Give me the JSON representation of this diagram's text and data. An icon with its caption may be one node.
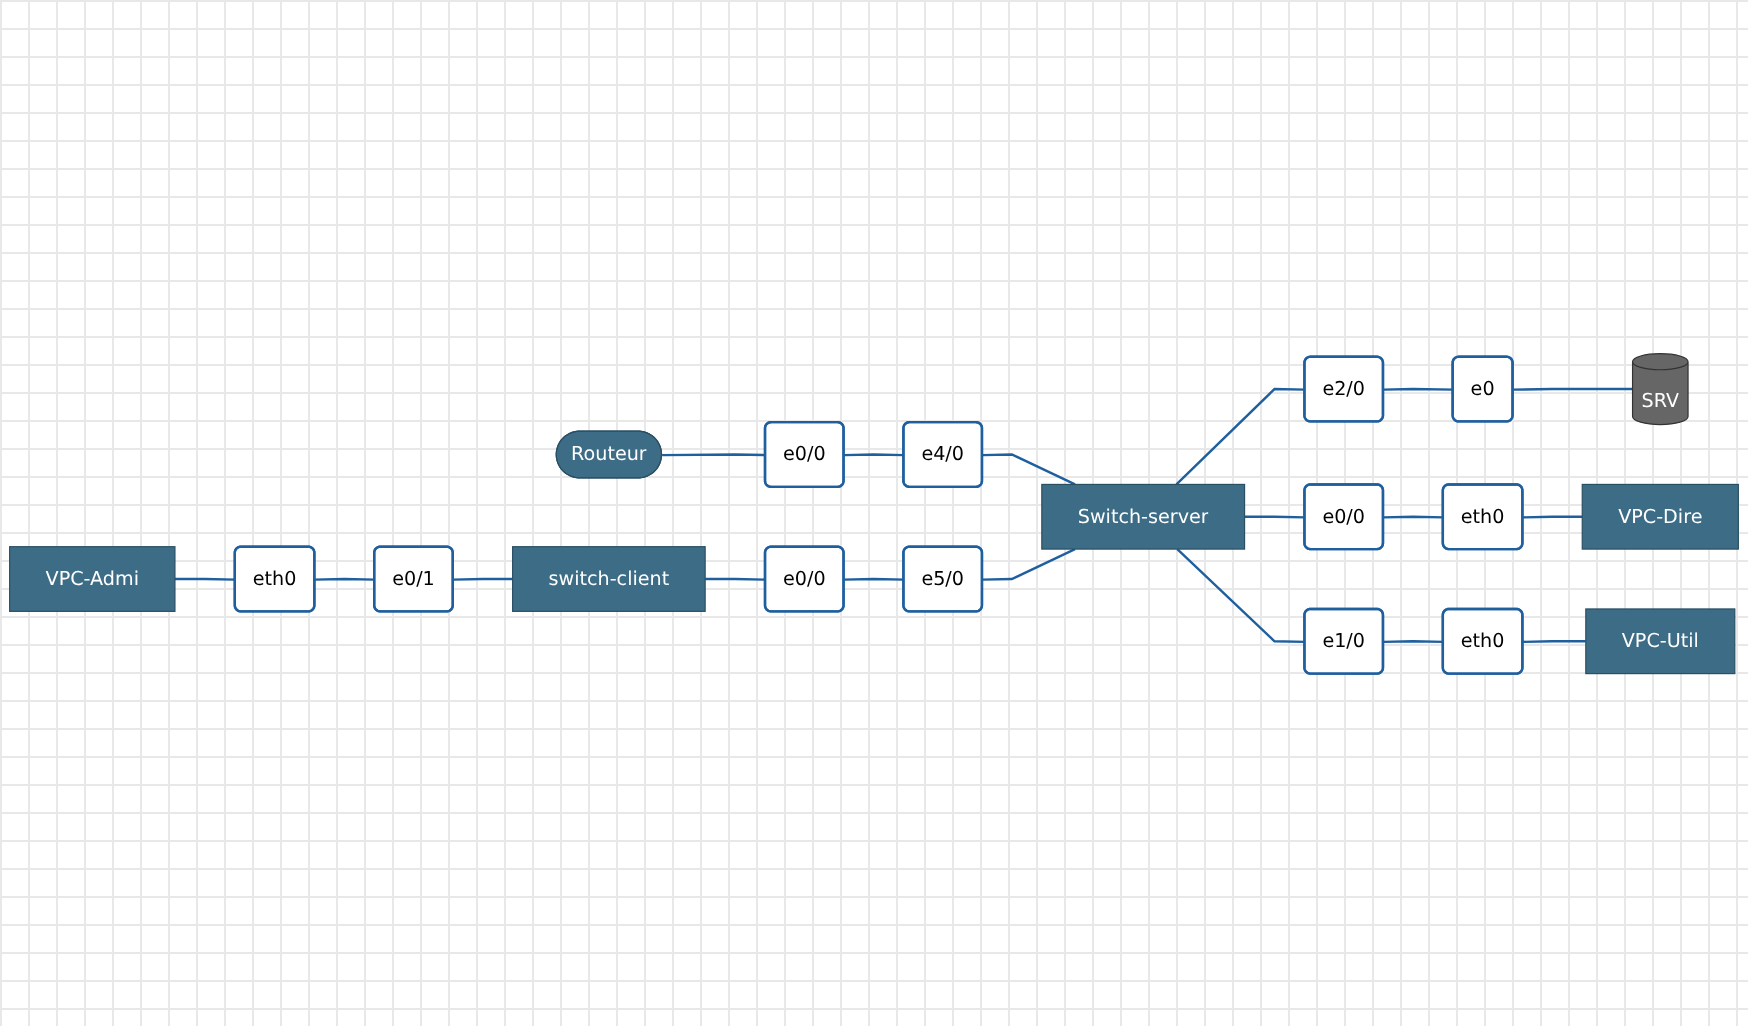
{
  "diagram": {
    "nodes": [
      {
        "text": [
          "Routeur"
        ]
      },
      {
        "text": [
          "e0/0"
        ]
      },
      {
        "text": [
          "e4/0"
        ]
      },
      {
        "text": [
          "VPC-Admi"
        ]
      },
      {
        "text": [
          "eth0"
        ]
      },
      {
        "text": [
          "e0/1"
        ]
      },
      {
        "text": [
          "switch-client"
        ]
      },
      {
        "text": [
          "e0/0"
        ]
      },
      {
        "text": [
          "e5/0"
        ]
      },
      {
        "text": [
          "Switch-server"
        ]
      },
      {
        "text": [
          "e2/0"
        ]
      },
      {
        "text": [
          "e0"
        ]
      },
      {
        "text": [
          "SRV"
        ]
      },
      {
        "text": [
          "e0/0"
        ]
      },
      {
        "text": [
          "eth0"
        ]
      },
      {
        "text": [
          "VPC-Dire"
        ]
      },
      {
        "text": [
          "e1/0"
        ]
      },
      {
        "text": [
          "eth0"
        ]
      },
      {
        "text": [
          "VPC-Util"
        ]
      }
    ],
    "edges": [
      {
        "from": 0,
        "to": 1,
        "arrow": "none"
      },
      {
        "from": 1,
        "to": 2,
        "arrow": "none"
      },
      {
        "from": 2,
        "to": 9,
        "arrow": "none"
      },
      {
        "from": 3,
        "to": 4,
        "arrow": "none"
      },
      {
        "from": 4,
        "to": 5,
        "arrow": "none"
      },
      {
        "from": 5,
        "to": 6,
        "arrow": "none"
      },
      {
        "from": 6,
        "to": 7,
        "arrow": "none"
      },
      {
        "from": 7,
        "to": 8,
        "arrow": "none"
      },
      {
        "from": 8,
        "to": 9,
        "arrow": "none"
      },
      {
        "from": 9,
        "to": 10,
        "arrow": "none"
      },
      {
        "from": 10,
        "to": 11,
        "arrow": "none"
      },
      {
        "from": 11,
        "to": 12,
        "arrow": "none"
      },
      {
        "from": 9,
        "to": 13,
        "arrow": "none"
      },
      {
        "from": 13,
        "to": 14,
        "arrow": "none"
      },
      {
        "from": 14,
        "to": 15,
        "arrow": "none"
      },
      {
        "from": 9,
        "to": 16,
        "arrow": "none"
      },
      {
        "from": 16,
        "to": 17,
        "arrow": "none"
      },
      {
        "from": 17,
        "to": 18,
        "arrow": "none"
      }
    ]
  }
}
